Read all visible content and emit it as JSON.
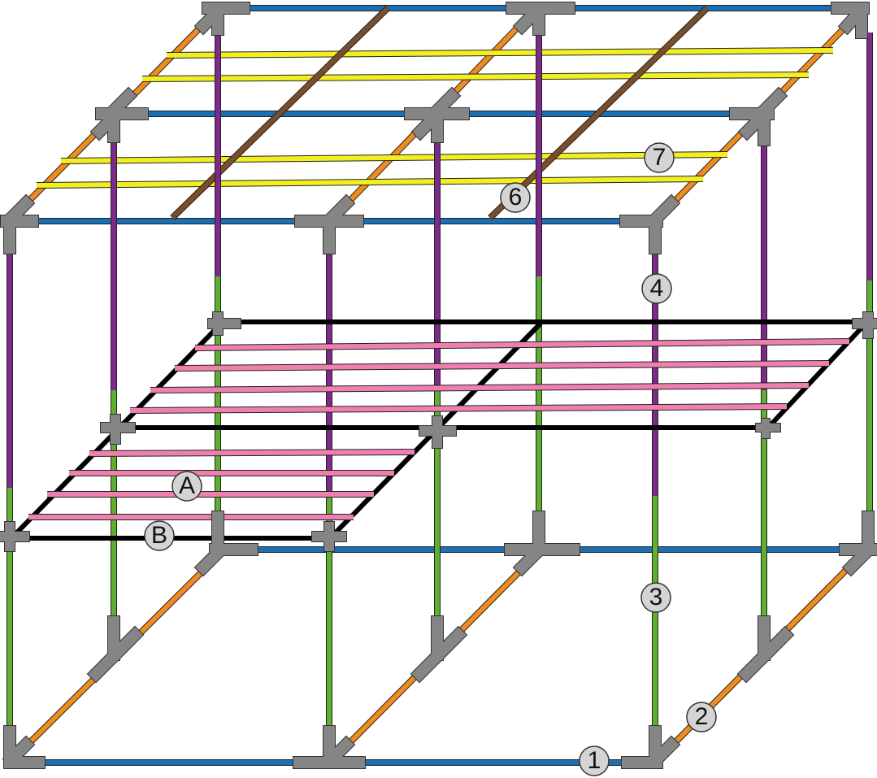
{
  "colors": {
    "pipe_blue": "#1a6fb5",
    "pipe_orange": "#f08c1e",
    "pipe_yellow": "#f2ee1f",
    "pipe_brown": "#7a4e2a",
    "pipe_purple": "#7e2a8a",
    "pipe_green": "#5fb030",
    "shelf_black": "#000000",
    "shelf_pink": "#ef7fae",
    "fitting_gray": "#858585",
    "callout_fill": "#d4d4d4"
  },
  "labels": {
    "c1": "1",
    "c2": "2",
    "c3": "3",
    "c4": "4",
    "c6": "6",
    "c7": "7",
    "cA": "A",
    "cB": "B"
  }
}
